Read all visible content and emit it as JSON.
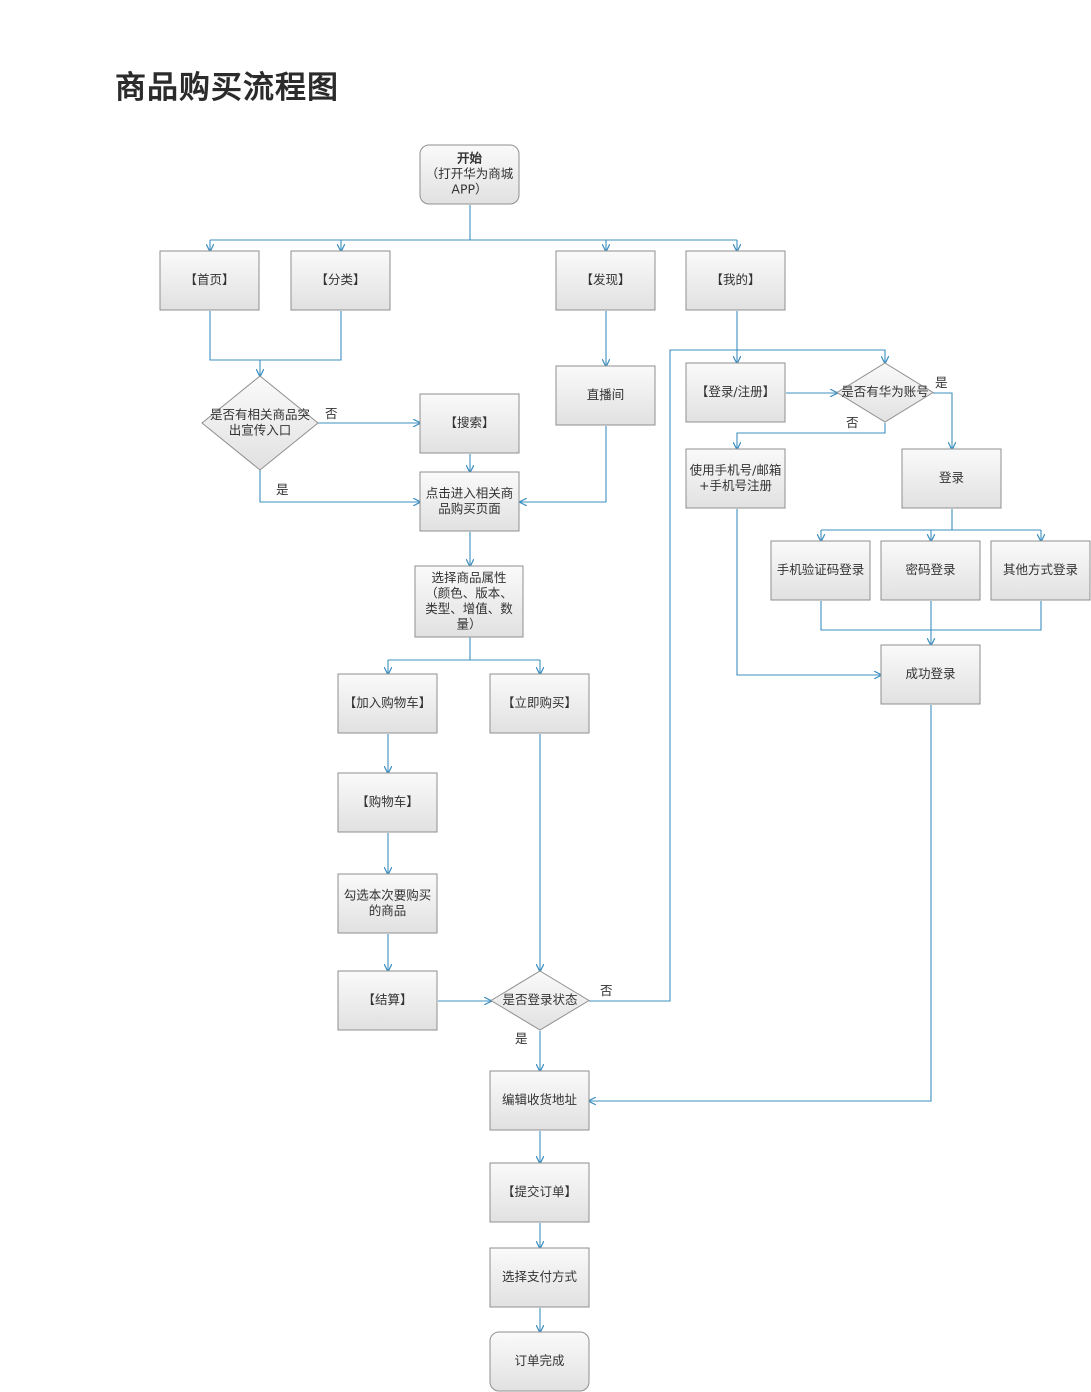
{
  "title": "商品购买流程图",
  "nodes": {
    "start": {
      "lines": [
        "开始",
        "（打开华为商城",
        "APP）"
      ]
    },
    "home": {
      "lines": [
        "【首页】"
      ]
    },
    "category": {
      "lines": [
        "【分类】"
      ]
    },
    "discover": {
      "lines": [
        "【发现】"
      ]
    },
    "mine": {
      "lines": [
        "【我的】"
      ]
    },
    "promo_decision": {
      "lines": [
        "是否有相关商品突",
        "出宣传入口"
      ]
    },
    "search": {
      "lines": [
        "【搜索】"
      ]
    },
    "live": {
      "lines": [
        "直播间"
      ]
    },
    "product_page": {
      "lines": [
        "点击进入相关商",
        "品购买页面"
      ]
    },
    "attributes": {
      "lines": [
        "选择商品属性",
        "（颜色、版本、",
        "类型、增值、数",
        "量）"
      ]
    },
    "add_cart": {
      "lines": [
        "【加入购物车】"
      ]
    },
    "buy_now": {
      "lines": [
        "【立即购买】"
      ]
    },
    "cart": {
      "lines": [
        "【购物车】"
      ]
    },
    "select_items": {
      "lines": [
        "勾选本次要购买",
        "的商品"
      ]
    },
    "checkout": {
      "lines": [
        "【结算】"
      ]
    },
    "login_decision": {
      "lines": [
        "是否登录状态"
      ]
    },
    "login_register": {
      "lines": [
        "【登录/注册】"
      ]
    },
    "huawei_decision": {
      "lines": [
        "是否有华为账号"
      ]
    },
    "register": {
      "lines": [
        "使用手机号/邮箱",
        "+手机号注册"
      ]
    },
    "login": {
      "lines": [
        "登录"
      ]
    },
    "sms_login": {
      "lines": [
        "手机验证码登录"
      ]
    },
    "password_login": {
      "lines": [
        "密码登录"
      ]
    },
    "other_login": {
      "lines": [
        "其他方式登录"
      ]
    },
    "login_success": {
      "lines": [
        "成功登录"
      ]
    },
    "address": {
      "lines": [
        "编辑收货地址"
      ]
    },
    "submit_order": {
      "lines": [
        "【提交订单】"
      ]
    },
    "payment": {
      "lines": [
        "选择支付方式"
      ]
    },
    "complete": {
      "lines": [
        "订单完成"
      ]
    }
  },
  "edge_labels": {
    "promo_no": "否",
    "promo_yes": "是",
    "huawei_yes": "是",
    "huawei_no": "否",
    "login_no": "否",
    "login_yes": "是"
  },
  "colors": {
    "edge": "#3d8fc0",
    "box_border": "#8f8f8f",
    "box_top": "#fafafa",
    "box_bottom": "#e1e1e1"
  }
}
